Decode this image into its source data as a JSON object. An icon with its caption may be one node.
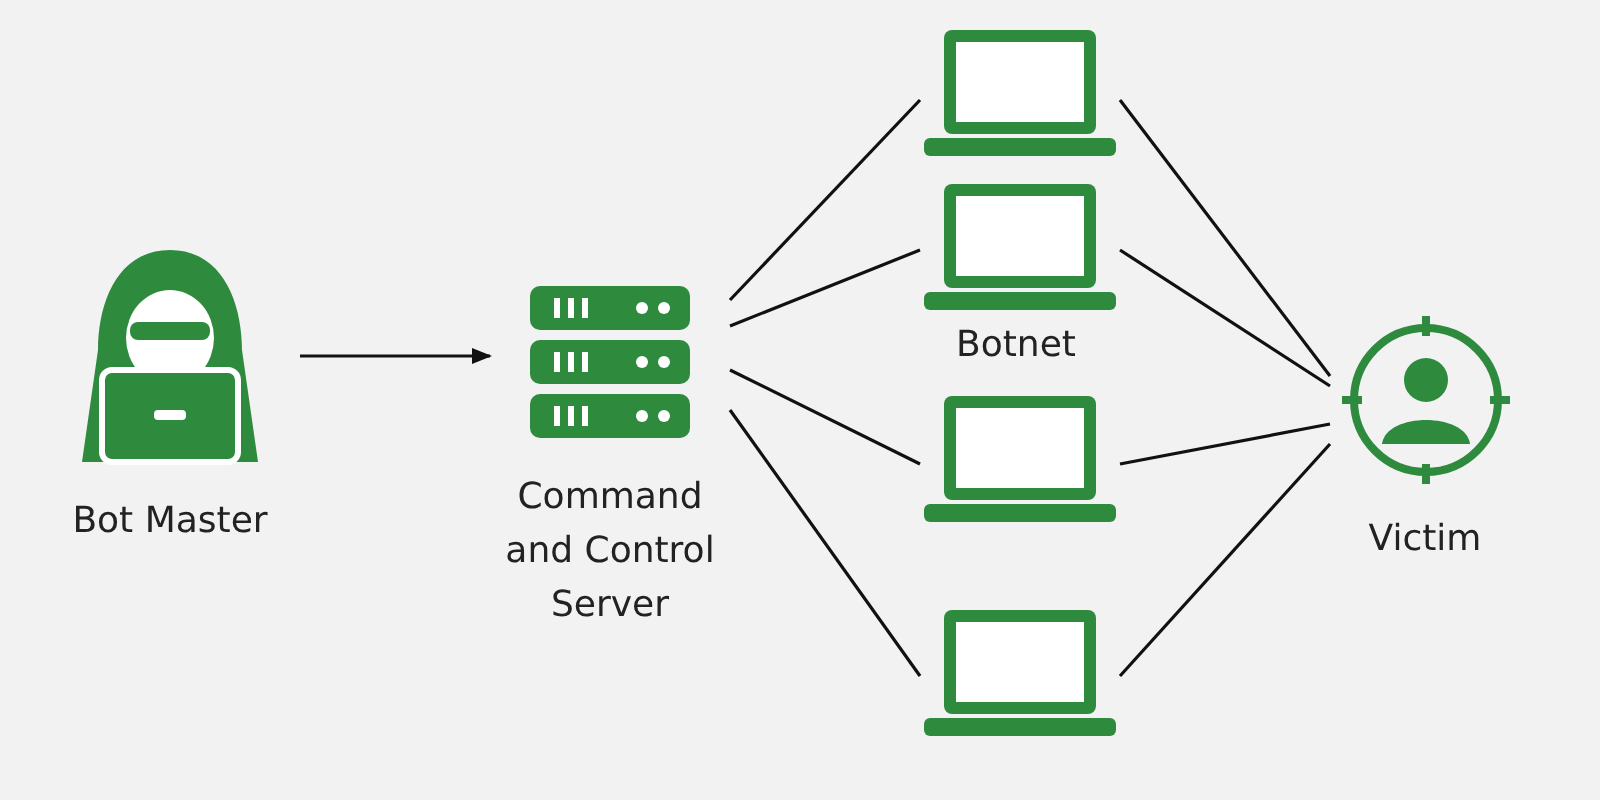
{
  "diagram": {
    "nodes": [
      {
        "text": [
          "Bot Master"
        ]
      },
      {
        "text": [
          "Command and Control Server"
        ]
      },
      {
        "text": [],
        "shape": "picture"
      },
      {
        "text": [],
        "shape": "picture"
      },
      {
        "text": [],
        "shape": "picture"
      },
      {
        "text": [],
        "shape": "picture"
      },
      {
        "text": [
          "Victim"
        ]
      }
    ],
    "edges": [
      {
        "from": 0,
        "to": 1,
        "arrow": "to"
      },
      {
        "from": 1,
        "to": 2,
        "arrow": "none"
      },
      {
        "from": 1,
        "to": 3,
        "arrow": "none"
      },
      {
        "from": 1,
        "to": 4,
        "arrow": "none"
      },
      {
        "from": 1,
        "to": 5,
        "arrow": "none"
      },
      {
        "from": 2,
        "to": 6,
        "arrow": "none"
      },
      {
        "from": 3,
        "to": 6,
        "arrow": "none"
      },
      {
        "from": 4,
        "to": 6,
        "arrow": "none"
      },
      {
        "from": 5,
        "to": 6,
        "arrow": "none"
      }
    ],
    "labels": [
      "Botnet"
    ]
  }
}
